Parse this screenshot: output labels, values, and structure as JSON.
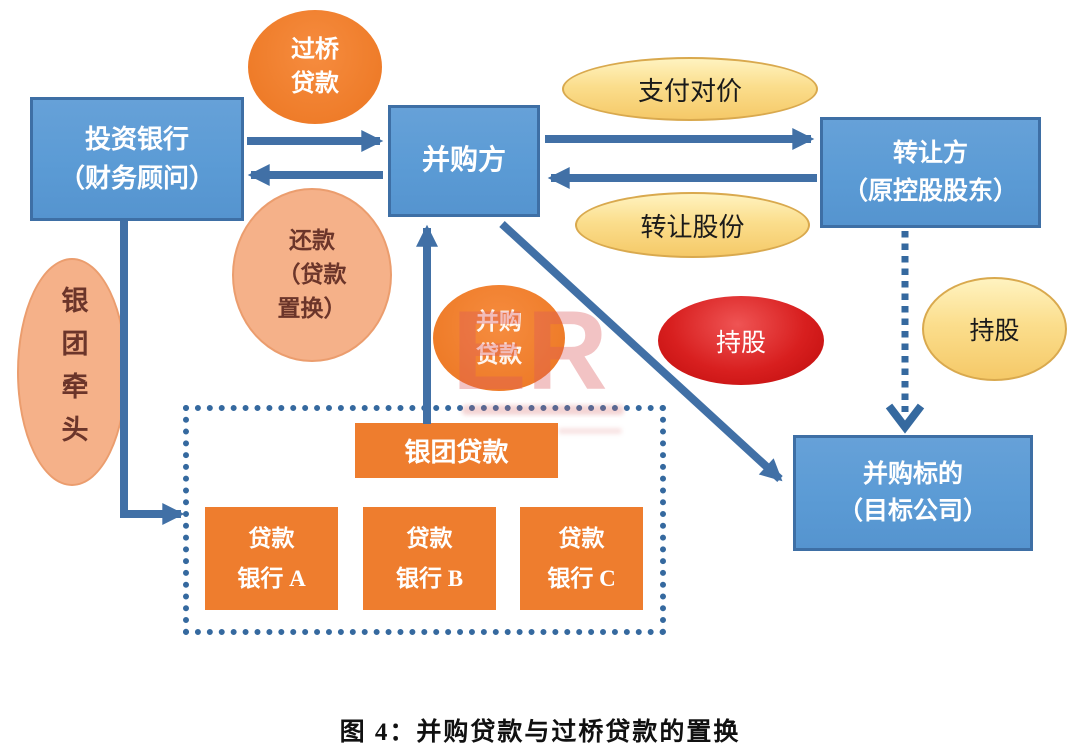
{
  "figure": {
    "caption": "图 4：并购贷款与过桥贷款的置换",
    "watermark_logo": "ER"
  },
  "nodes": {
    "investment_bank": {
      "line1": "投资银行",
      "line2": "（财务顾问）"
    },
    "acquirer": {
      "label": "并购方"
    },
    "transferor": {
      "line1": "转让方",
      "line2": "（原控股股东）"
    },
    "ma_target": {
      "line1": "并购标的",
      "line2": "（目标公司）"
    },
    "bridge_loan": {
      "line1": "过桥",
      "line2": "贷款"
    },
    "ma_loan": {
      "line1": "并购",
      "line2": "贷款"
    },
    "pay_consideration": {
      "label": "支付对价"
    },
    "transfer_shares": {
      "label": "转让股份"
    },
    "holding_red": {
      "label": "持股"
    },
    "holding_yellow": {
      "label": "持股"
    },
    "repayment": {
      "line1": "还款",
      "line2": "（贷款",
      "line3": "置换）"
    },
    "syndicate_lead": {
      "label": "银团牵头"
    },
    "syndicated_loan": {
      "label": "银团贷款"
    },
    "bank_a": {
      "line1": "贷款",
      "line2": "银行 A"
    },
    "bank_b": {
      "line1": "贷款",
      "line2": "银行 B"
    },
    "bank_c": {
      "line1": "贷款",
      "line2": "银行 C"
    }
  },
  "colors": {
    "box_blue": "#5B9BD5",
    "box_blue_border": "#3E6FA5",
    "orange": "#EE7D2E",
    "salmon": "#F5B189",
    "salmon_text": "#6B352A",
    "yellow_fill": "#FBDE8D",
    "yellow_border": "#D9A94E",
    "red": "#C00000",
    "arrow_blue": "#4170A6",
    "dashed_blue": "#35699F"
  }
}
